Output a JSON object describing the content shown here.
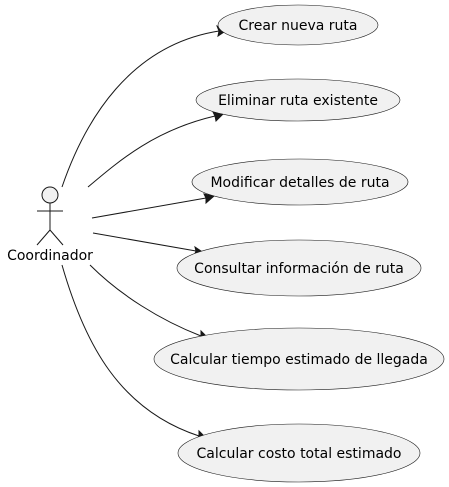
{
  "actor": {
    "name": "Coordinador"
  },
  "use_cases": [
    {
      "id": "uc1",
      "label": "Crear nueva ruta"
    },
    {
      "id": "uc2",
      "label": "Eliminar ruta existente"
    },
    {
      "id": "uc3",
      "label": "Modificar detalles de ruta"
    },
    {
      "id": "uc4",
      "label": "Consultar información de ruta"
    },
    {
      "id": "uc5",
      "label": "Calcular tiempo estimado de llegada"
    },
    {
      "id": "uc6",
      "label": "Calcular costo total estimado"
    }
  ],
  "colors": {
    "ellipse_fill": "#f1f1f1",
    "stroke": "#181818",
    "background": "#ffffff"
  }
}
